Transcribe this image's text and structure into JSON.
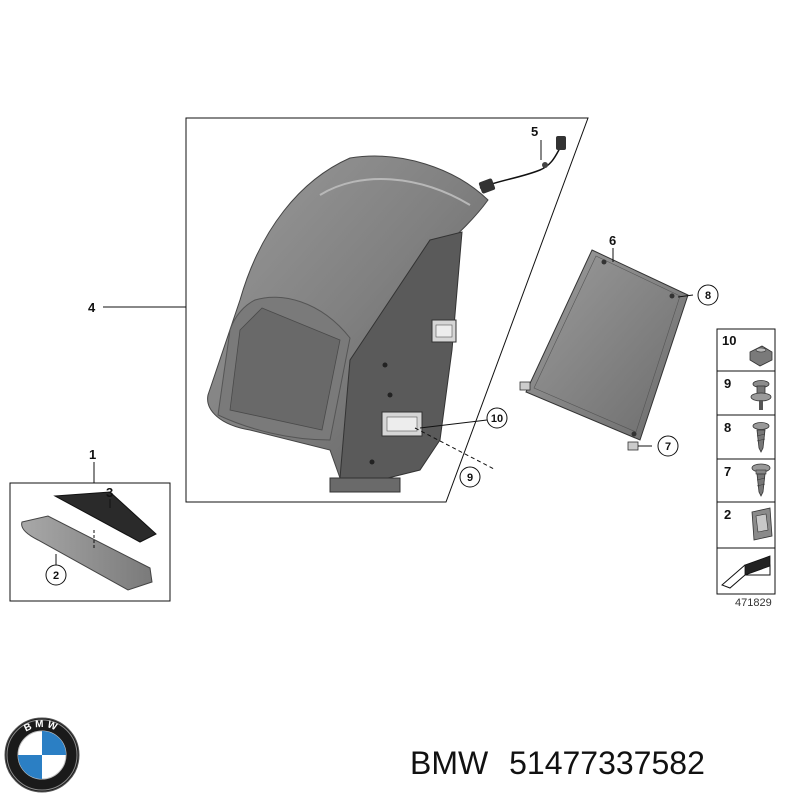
{
  "callouts": {
    "c1": "1",
    "c2": "2",
    "c3": "3",
    "c4": "4",
    "c5": "5",
    "c6": "6",
    "c7": "7",
    "c8": "8",
    "c9": "9",
    "c10": "10"
  },
  "legend": {
    "items": [
      {
        "label": "10",
        "icon": "nut-icon"
      },
      {
        "label": "9",
        "icon": "collar-screw-icon"
      },
      {
        "label": "8",
        "icon": "washer-screw-icon"
      },
      {
        "label": "7",
        "icon": "flange-screw-icon"
      },
      {
        "label": "2",
        "icon": "clip-nut-icon"
      }
    ],
    "footer_icon": "spacer-arrow-icon"
  },
  "diagram_ref": "471829",
  "caption": {
    "brand": "BMW",
    "part_number": "51477337582"
  },
  "logo": {
    "text": "BMW"
  },
  "colors": {
    "part_dark": "#6e6e6e",
    "part_mid": "#8c8c8c",
    "part_light": "#b4b4b4",
    "line": "#111111",
    "logo_blue": "#2b7fc4"
  }
}
